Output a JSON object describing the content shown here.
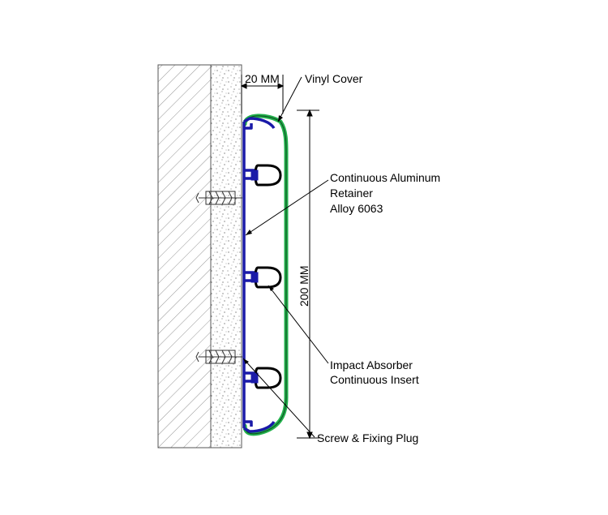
{
  "dimensions": {
    "top": "20 MM",
    "height": "200 MM"
  },
  "labels": {
    "vinyl_cover": "Vinyl Cover",
    "retainer_line1": "Continuous Aluminum",
    "retainer_line2": "Retainer",
    "retainer_line3": "Alloy 6063",
    "absorber_line1": "Impact Absorber",
    "absorber_line2": "Continuous Insert",
    "screw": "Screw & Fixing Plug"
  },
  "colors": {
    "vinyl_cover": "#22b14c",
    "aluminum_retainer": "#1a1aa8",
    "impact_absorber": "#000000",
    "hatch": "#555555"
  }
}
